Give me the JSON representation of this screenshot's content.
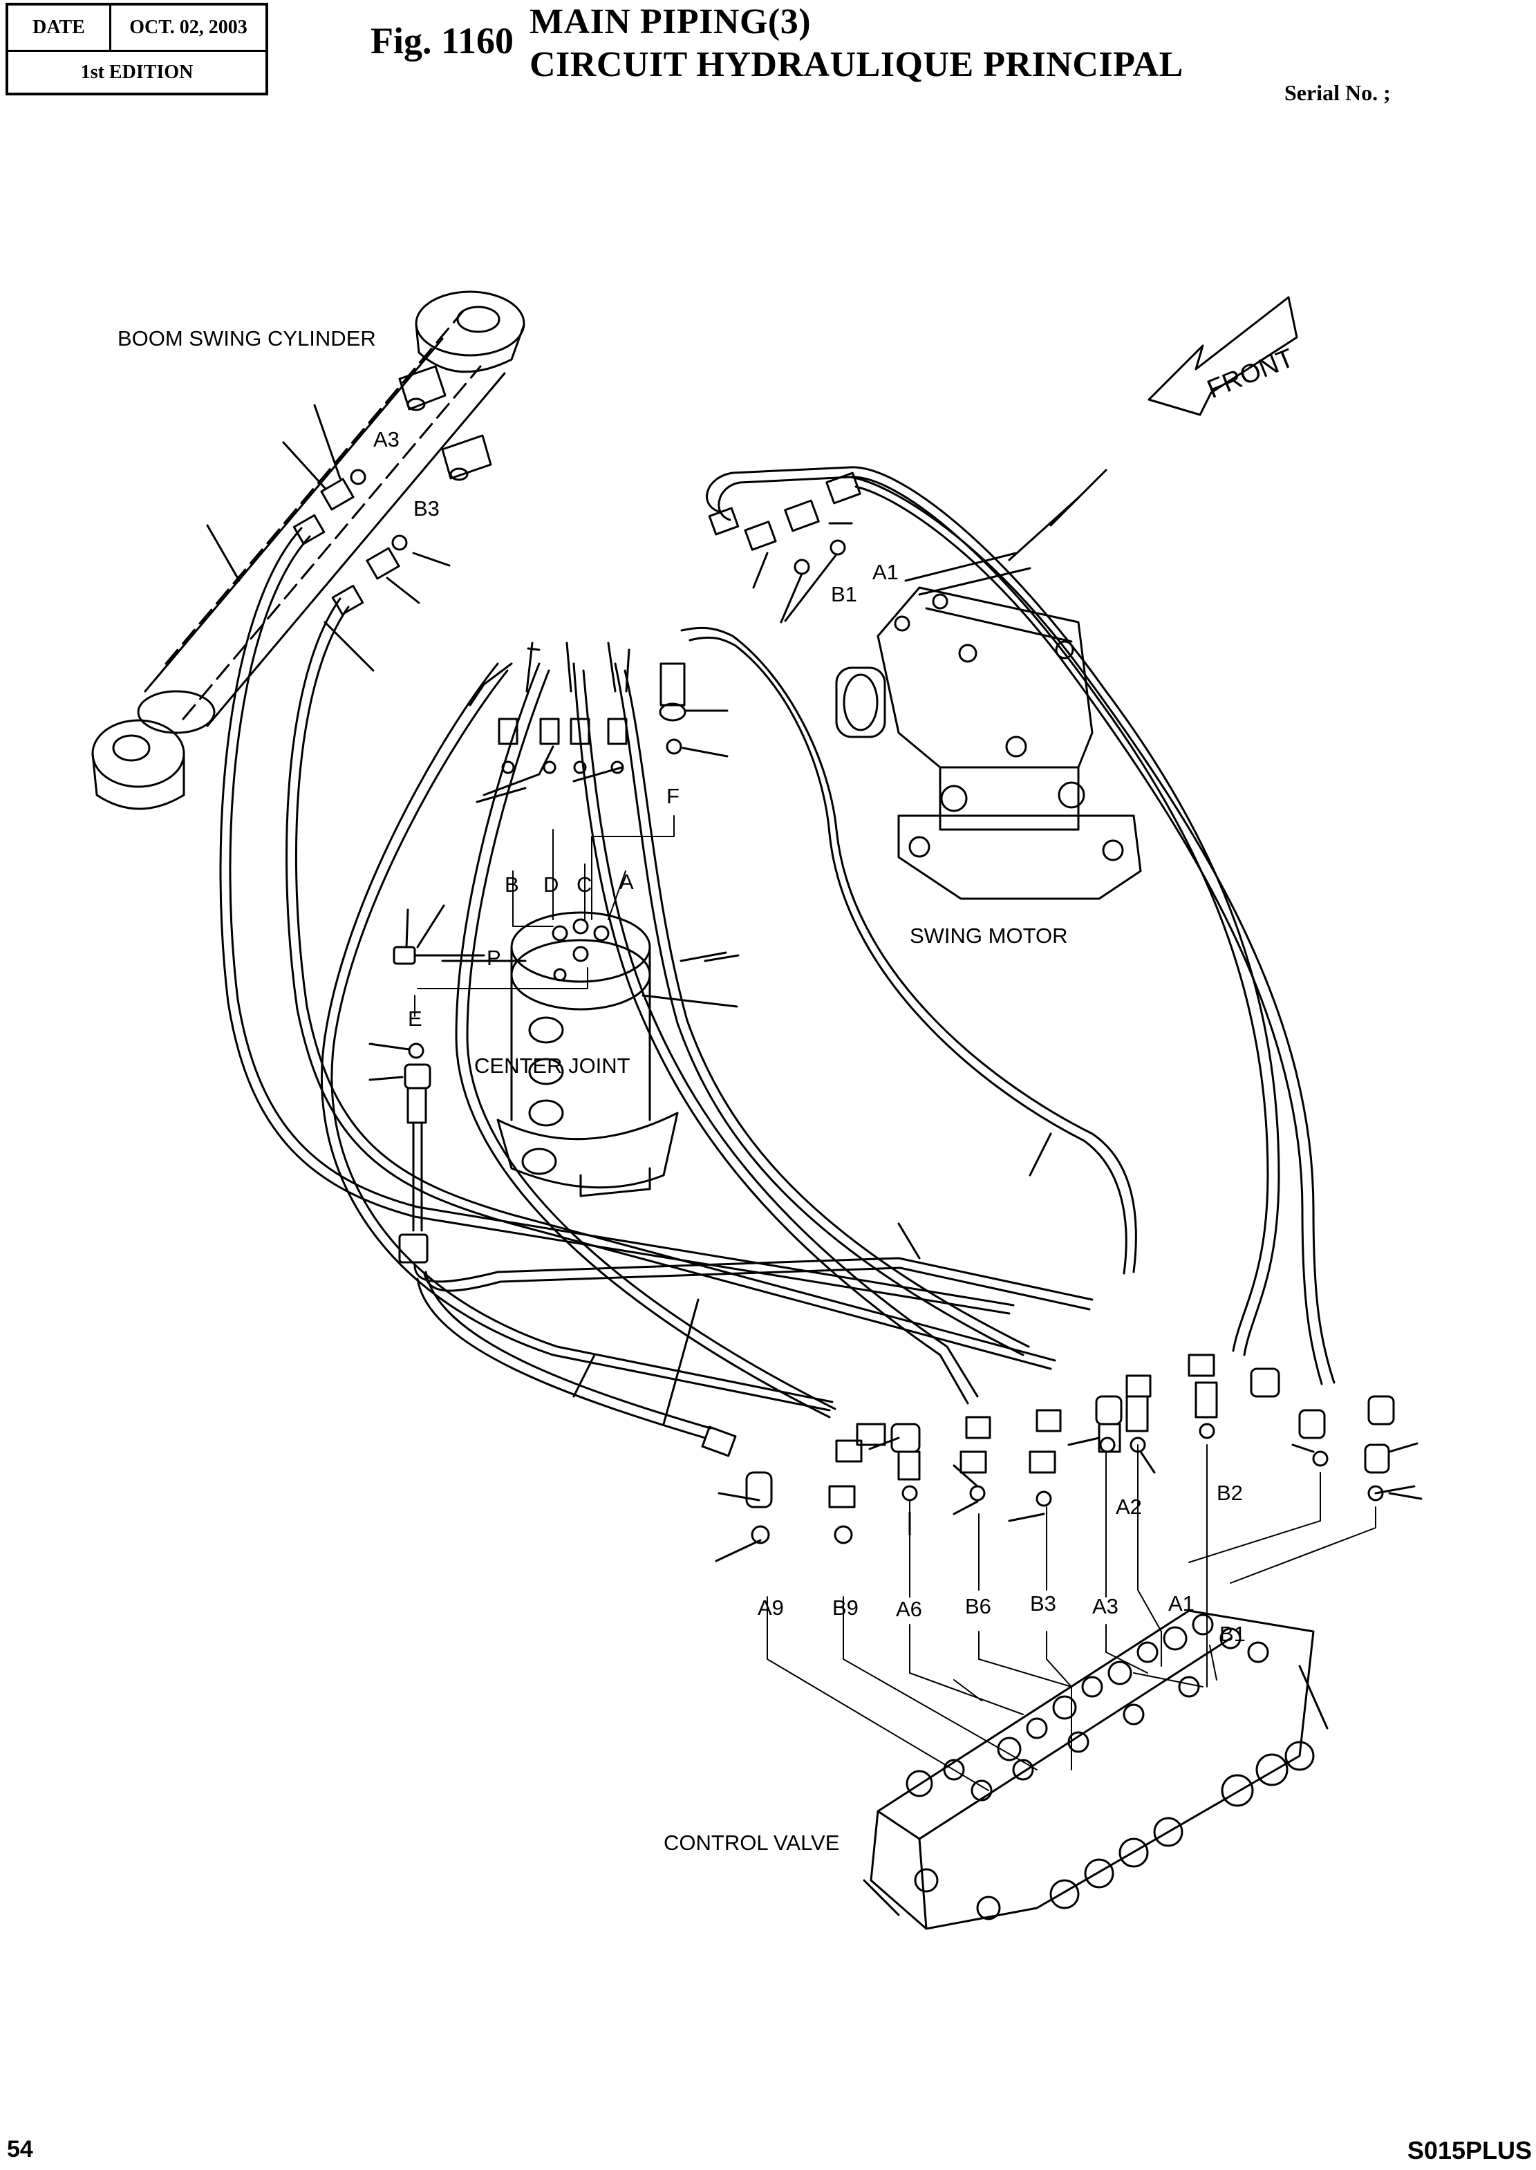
{
  "header": {
    "date_label": "DATE",
    "date_value": "OCT. 02, 2003",
    "edition": "1st  EDITION",
    "fig_number": "Fig. 1160",
    "title_en": "MAIN PIPING(3)",
    "title_fr": "CIRCUIT HYDRAULIQUE PRINCIPAL",
    "serial": "Serial No. ;"
  },
  "diagram": {
    "components": {
      "boom_swing_cylinder": "BOOM SWING CYLINDER",
      "swing_motor": "SWING MOTOR",
      "center_joint": "CENTER JOINT",
      "control_valve": "CONTROL VALVE",
      "front": "FRONT"
    },
    "port_labels": {
      "cyl_a3": "A3",
      "cyl_b3": "B3",
      "motor_a1": "A1",
      "motor_b1": "B1",
      "cj_f": "F",
      "cj_b": "B",
      "cj_d": "D",
      "cj_c": "C",
      "cj_a": "A",
      "cj_p": "P",
      "cj_e": "E",
      "cv_a2": "A2",
      "cv_b2": "B2",
      "cv_a9": "A9",
      "cv_b9": "B9",
      "cv_a6": "A6",
      "cv_b6": "B6",
      "cv_b3": "B3",
      "cv_a3": "A3",
      "cv_a1": "A1",
      "cv_b1": "B1"
    }
  },
  "footer": {
    "page_number": "54",
    "model": "S015PLUS"
  }
}
